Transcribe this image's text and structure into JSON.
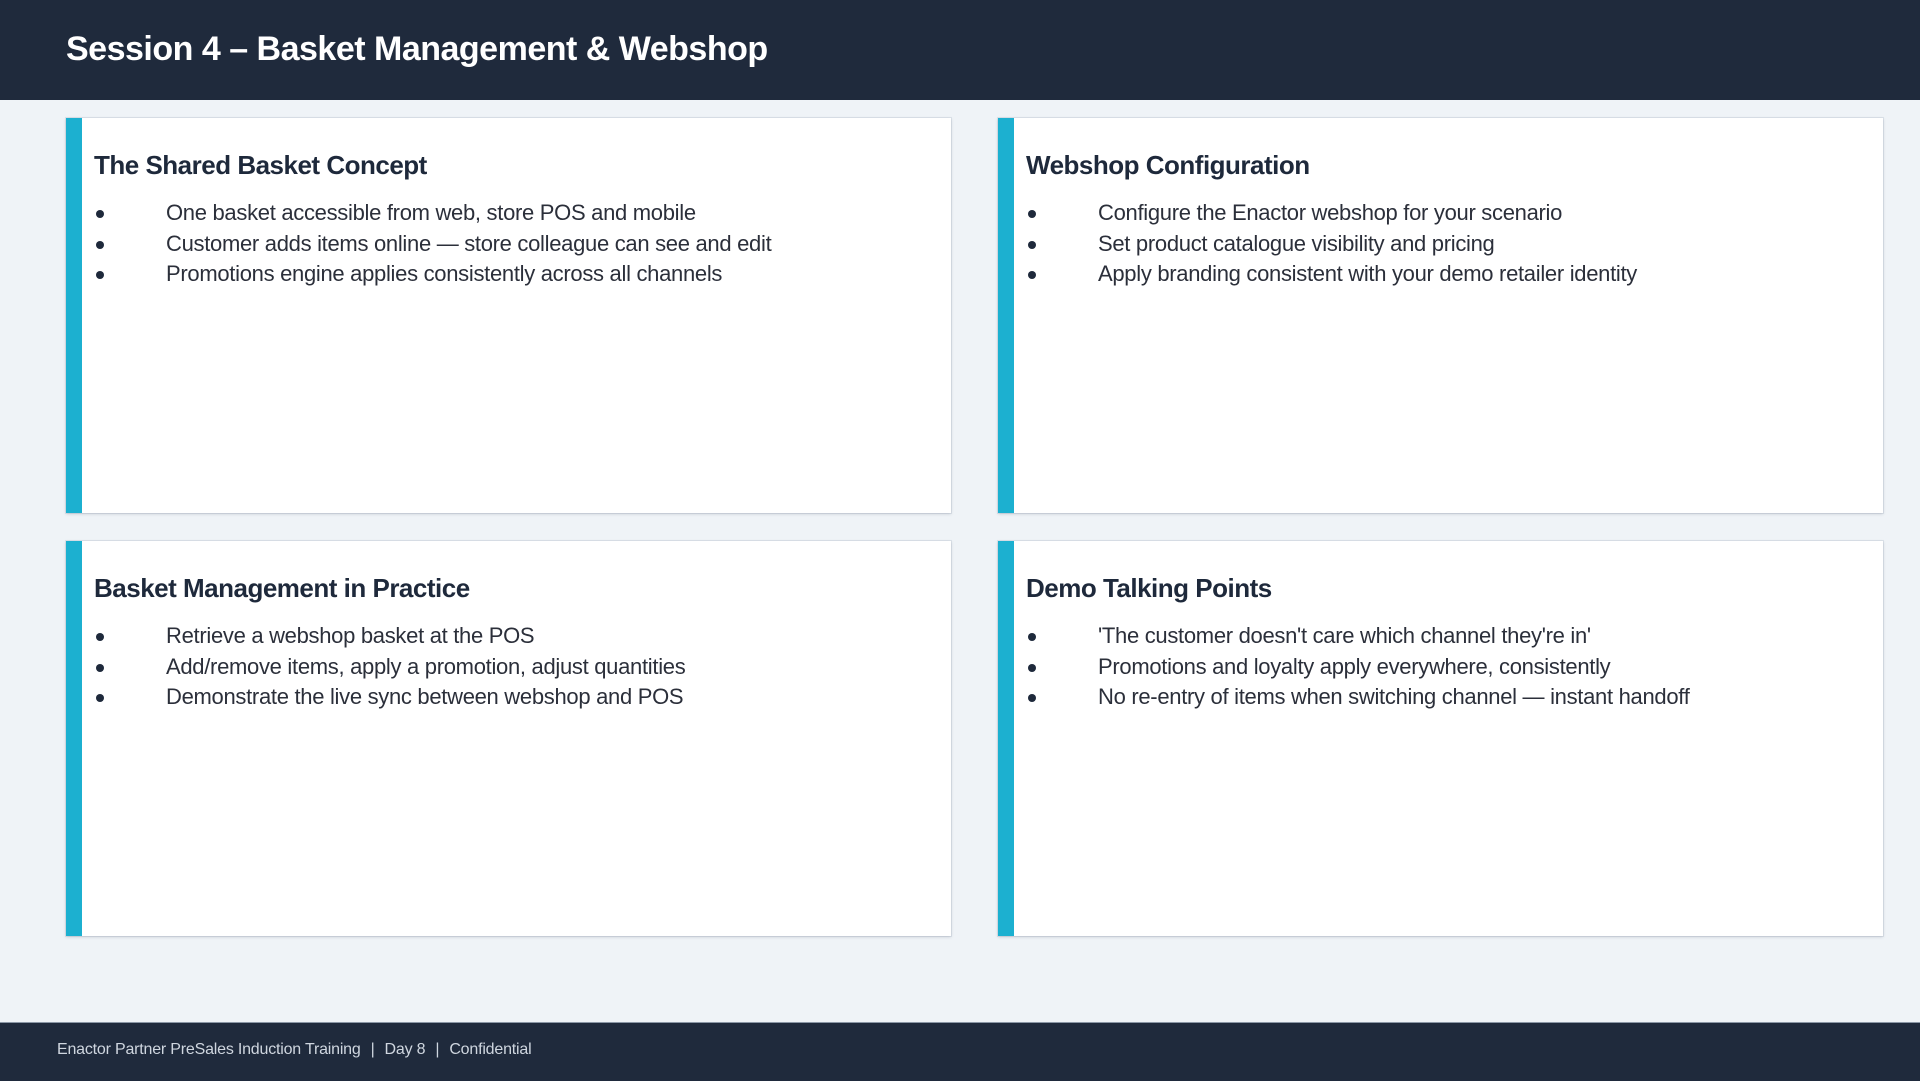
{
  "header": {
    "title": "Session 4 – Basket Management & Webshop"
  },
  "colors": {
    "header_bg": "#1f2a3c",
    "accent": "#1cb0d0",
    "page_bg": "#eff3f7",
    "card_bg": "#ffffff"
  },
  "cards": [
    {
      "title": "The Shared Basket Concept",
      "bullets": [
        "One basket accessible from web, store POS and mobile",
        "Customer adds items online — store colleague can see and edit",
        "Promotions engine applies consistently across all channels"
      ]
    },
    {
      "title": "Webshop Configuration",
      "bullets": [
        "Configure the Enactor webshop for your scenario",
        "Set product catalogue visibility and pricing",
        "Apply branding consistent with your demo retailer identity"
      ]
    },
    {
      "title": "Basket Management in Practice",
      "bullets": [
        "Retrieve a webshop basket at the POS",
        "Add/remove items, apply a promotion, adjust quantities",
        "Demonstrate the live sync between webshop and POS"
      ]
    },
    {
      "title": "Demo Talking Points",
      "bullets": [
        "'The customer doesn't care which channel they're in'",
        "Promotions and loyalty apply everywhere, consistently",
        "No re-entry of items when switching channel — instant handoff"
      ]
    }
  ],
  "footer": {
    "program": "Enactor Partner PreSales Induction Training",
    "separator": "|",
    "day": "Day 8",
    "classification": "Confidential"
  }
}
